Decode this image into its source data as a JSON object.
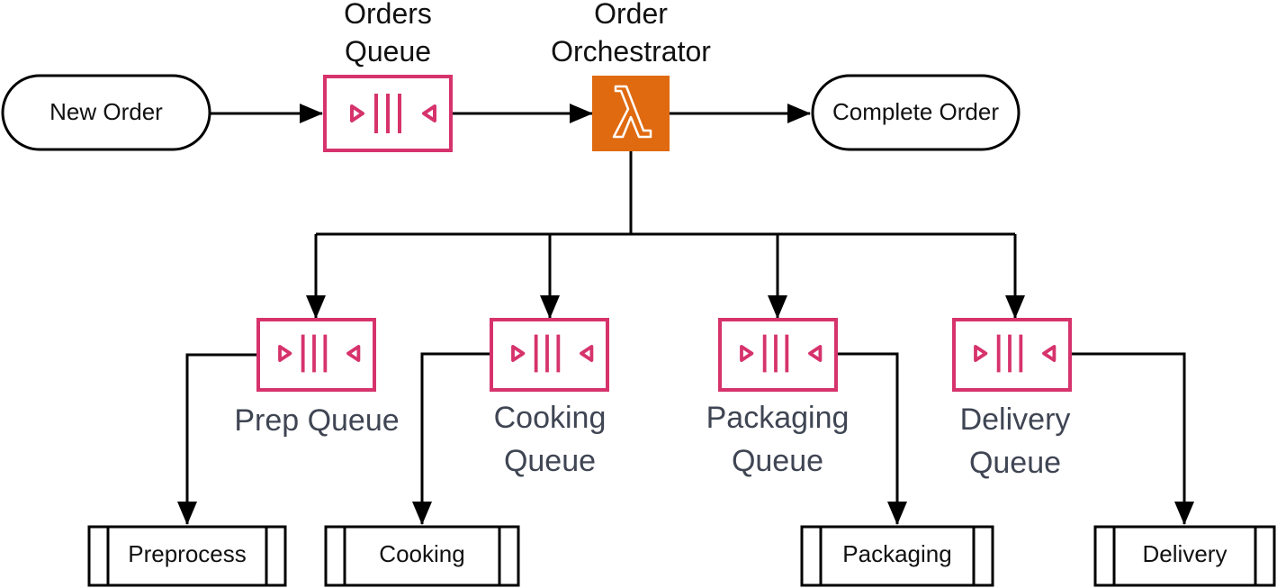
{
  "colors": {
    "queue": "#d6336c",
    "lambda": "#e06a10",
    "line": "#000000",
    "label_gray": "#3f4553"
  },
  "nodes": {
    "new_order": "New Order",
    "complete_order": "Complete Order",
    "orders_queue": {
      "line1": "Orders",
      "line2": "Queue",
      "icon": "sqs-queue-icon"
    },
    "orchestrator": {
      "line1": "Order",
      "line2": "Orchestrator",
      "icon": "lambda-icon"
    },
    "prep_queue": {
      "line1": "Prep Queue",
      "icon": "sqs-queue-icon"
    },
    "cooking_queue": {
      "line1": "Cooking",
      "line2": "Queue",
      "icon": "sqs-queue-icon"
    },
    "packaging_queue": {
      "line1": "Packaging",
      "line2": "Queue",
      "icon": "sqs-queue-icon"
    },
    "delivery_queue": {
      "line1": "Delivery",
      "line2": "Queue",
      "icon": "sqs-queue-icon"
    },
    "preprocess": "Preprocess",
    "cooking": "Cooking",
    "packaging": "Packaging",
    "delivery": "Delivery"
  }
}
